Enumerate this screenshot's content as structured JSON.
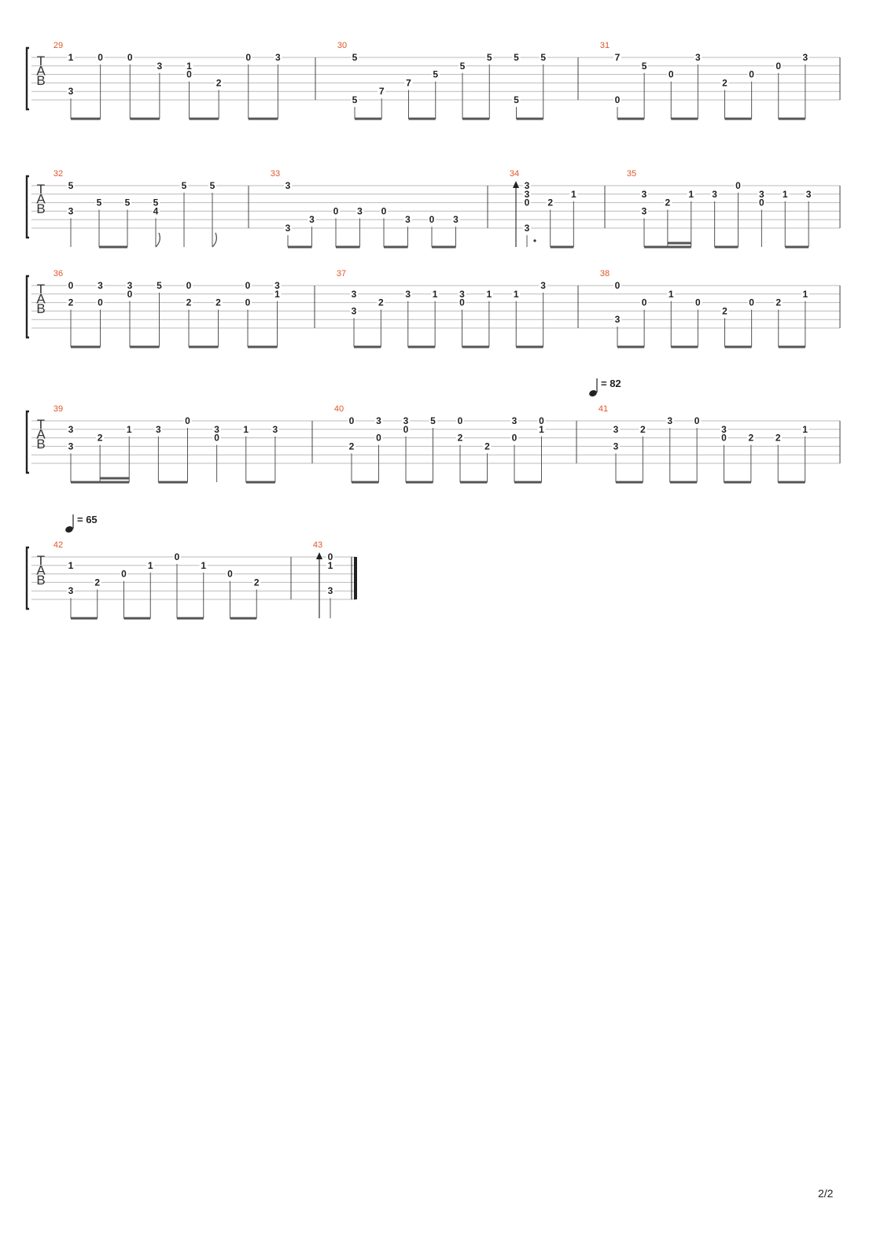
{
  "page": {
    "number": "2/2"
  },
  "tab_letters": [
    "T",
    "A",
    "B"
  ],
  "tempo_marks": [
    {
      "system": 3,
      "after_measure": "40",
      "label": "= 82"
    },
    {
      "system": 4,
      "after_measure": "41",
      "label": "= 65"
    }
  ],
  "systems": [
    {
      "measures": [
        {
          "number": "29",
          "notes": [
            [
              {
                "s": 1,
                "f": "1"
              },
              {
                "s": 5,
                "f": "3"
              }
            ],
            [
              {
                "s": 1,
                "f": "0"
              }
            ],
            [
              {
                "s": 1,
                "f": "0"
              }
            ],
            [
              {
                "s": 2,
                "f": "3"
              }
            ],
            [
              {
                "s": 2,
                "f": "1"
              },
              {
                "s": 3,
                "f": "0"
              }
            ],
            [
              {
                "s": 4,
                "f": "2"
              }
            ],
            [
              {
                "s": 1,
                "f": "0"
              }
            ],
            [
              {
                "s": 1,
                "f": "3"
              }
            ]
          ]
        },
        {
          "number": "30",
          "notes": [
            [
              {
                "s": 1,
                "f": "5"
              },
              {
                "s": 6,
                "f": "5"
              }
            ],
            [
              {
                "s": 5,
                "f": "7"
              }
            ],
            [
              {
                "s": 4,
                "f": "7"
              }
            ],
            [
              {
                "s": 3,
                "f": "5"
              }
            ],
            [
              {
                "s": 2,
                "f": "5"
              }
            ],
            [
              {
                "s": 1,
                "f": "5"
              }
            ],
            [
              {
                "s": 1,
                "f": "5"
              },
              {
                "s": 6,
                "f": "5"
              }
            ],
            [
              {
                "s": 1,
                "f": "5"
              }
            ]
          ]
        },
        {
          "number": "31",
          "notes": [
            [
              {
                "s": 1,
                "f": "7"
              },
              {
                "s": 6,
                "f": "0"
              }
            ],
            [
              {
                "s": 2,
                "f": "5"
              }
            ],
            [
              {
                "s": 3,
                "f": "0"
              }
            ],
            [
              {
                "s": 1,
                "f": "3"
              }
            ],
            [
              {
                "s": 4,
                "f": "2"
              }
            ],
            [
              {
                "s": 3,
                "f": "0"
              }
            ],
            [
              {
                "s": 2,
                "f": "0"
              }
            ],
            [
              {
                "s": 1,
                "f": "3"
              }
            ]
          ]
        }
      ]
    },
    {
      "measures": [
        {
          "number": "32",
          "notes": [
            [
              {
                "s": 1,
                "f": "5"
              },
              {
                "s": 4,
                "f": "3"
              }
            ],
            [
              {
                "s": 3,
                "f": "5"
              }
            ],
            [
              {
                "s": 3,
                "f": "5"
              }
            ],
            [
              {
                "s": 3,
                "f": "5"
              },
              {
                "s": 4,
                "f": "4"
              }
            ],
            [
              {
                "s": 1,
                "f": "5"
              }
            ],
            [
              {
                "s": 1,
                "f": "5"
              }
            ]
          ]
        },
        {
          "number": "33",
          "notes": [
            [
              {
                "s": 1,
                "f": "3"
              },
              {
                "s": 6,
                "f": "3"
              }
            ],
            [
              {
                "s": 5,
                "f": "3"
              }
            ],
            [
              {
                "s": 4,
                "f": "0"
              }
            ],
            [
              {
                "s": 4,
                "f": "3"
              }
            ],
            [
              {
                "s": 4,
                "f": "0"
              }
            ],
            [
              {
                "s": 5,
                "f": "3"
              }
            ],
            [
              {
                "s": 5,
                "f": "0"
              }
            ],
            [
              {
                "s": 5,
                "f": "3"
              }
            ]
          ]
        },
        {
          "number": "34",
          "notes": [
            [
              {
                "s": 1,
                "f": "3"
              },
              {
                "s": 2,
                "f": "3"
              },
              {
                "s": 3,
                "f": "0"
              },
              {
                "s": 6,
                "f": "3"
              }
            ],
            [
              {
                "s": 3,
                "f": "2"
              }
            ],
            [
              {
                "s": 2,
                "f": "1"
              }
            ]
          ]
        },
        {
          "number": "35",
          "notes": [
            [
              {
                "s": 2,
                "f": "3"
              },
              {
                "s": 4,
                "f": "3"
              }
            ],
            [
              {
                "s": 3,
                "f": "2"
              }
            ],
            [
              {
                "s": 2,
                "f": "1"
              }
            ],
            [
              {
                "s": 2,
                "f": "3"
              }
            ],
            [
              {
                "s": 1,
                "f": "0"
              }
            ],
            [
              {
                "s": 2,
                "f": "3"
              },
              {
                "s": 3,
                "f": "0"
              }
            ],
            [
              {
                "s": 2,
                "f": "1"
              }
            ],
            [
              {
                "s": 2,
                "f": "3"
              }
            ]
          ]
        }
      ]
    },
    {
      "measures": [
        {
          "number": "36",
          "notes": [
            [
              {
                "s": 1,
                "f": "0"
              },
              {
                "s": 3,
                "f": "2"
              }
            ],
            [
              {
                "s": 1,
                "f": "3"
              },
              {
                "s": 3,
                "f": "0"
              }
            ],
            [
              {
                "s": 1,
                "f": "3"
              },
              {
                "s": 2,
                "f": "0"
              }
            ],
            [
              {
                "s": 1,
                "f": "5"
              }
            ],
            [
              {
                "s": 1,
                "f": "0"
              },
              {
                "s": 3,
                "f": "2"
              }
            ],
            [
              {
                "s": 3,
                "f": "2"
              }
            ],
            [
              {
                "s": 1,
                "f": "0"
              },
              {
                "s": 3,
                "f": "0"
              }
            ],
            [
              {
                "s": 1,
                "f": "3"
              },
              {
                "s": 2,
                "f": "1"
              }
            ]
          ]
        },
        {
          "number": "37",
          "notes": [
            [
              {
                "s": 2,
                "f": "3"
              },
              {
                "s": 4,
                "f": "3"
              }
            ],
            [
              {
                "s": 3,
                "f": "2"
              }
            ],
            [
              {
                "s": 2,
                "f": "3"
              }
            ],
            [
              {
                "s": 2,
                "f": "1"
              }
            ],
            [
              {
                "s": 2,
                "f": "3"
              },
              {
                "s": 3,
                "f": "0"
              }
            ],
            [
              {
                "s": 2,
                "f": "1"
              }
            ],
            [
              {
                "s": 2,
                "f": "1"
              }
            ],
            [
              {
                "s": 1,
                "f": "3"
              }
            ]
          ]
        },
        {
          "number": "38",
          "notes": [
            [
              {
                "s": 1,
                "f": "0"
              },
              {
                "s": 5,
                "f": "3"
              }
            ],
            [
              {
                "s": 3,
                "f": "0"
              }
            ],
            [
              {
                "s": 2,
                "f": "1"
              }
            ],
            [
              {
                "s": 3,
                "f": "0"
              }
            ],
            [
              {
                "s": 4,
                "f": "2"
              }
            ],
            [
              {
                "s": 3,
                "f": "0"
              }
            ],
            [
              {
                "s": 3,
                "f": "2"
              }
            ],
            [
              {
                "s": 2,
                "f": "1"
              }
            ]
          ]
        }
      ]
    },
    {
      "measures": [
        {
          "number": "39",
          "notes": [
            [
              {
                "s": 2,
                "f": "3"
              },
              {
                "s": 4,
                "f": "3"
              }
            ],
            [
              {
                "s": 3,
                "f": "2"
              }
            ],
            [
              {
                "s": 2,
                "f": "1"
              }
            ],
            [
              {
                "s": 2,
                "f": "3"
              }
            ],
            [
              {
                "s": 1,
                "f": "0"
              }
            ],
            [
              {
                "s": 2,
                "f": "3"
              },
              {
                "s": 3,
                "f": "0"
              }
            ],
            [
              {
                "s": 2,
                "f": "1"
              }
            ],
            [
              {
                "s": 2,
                "f": "3"
              }
            ]
          ]
        },
        {
          "number": "40",
          "notes": [
            [
              {
                "s": 1,
                "f": "0"
              },
              {
                "s": 4,
                "f": "2"
              }
            ],
            [
              {
                "s": 1,
                "f": "3"
              },
              {
                "s": 3,
                "f": "0"
              }
            ],
            [
              {
                "s": 1,
                "f": "3"
              },
              {
                "s": 2,
                "f": "0"
              }
            ],
            [
              {
                "s": 1,
                "f": "5"
              }
            ],
            [
              {
                "s": 1,
                "f": "0"
              },
              {
                "s": 3,
                "f": "2"
              }
            ],
            [
              {
                "s": 4,
                "f": "2"
              }
            ],
            [
              {
                "s": 1,
                "f": "3"
              },
              {
                "s": 3,
                "f": "0"
              }
            ],
            [
              {
                "s": 1,
                "f": "0"
              },
              {
                "s": 2,
                "f": "1"
              }
            ]
          ]
        },
        {
          "number": "41",
          "notes": [
            [
              {
                "s": 2,
                "f": "3"
              },
              {
                "s": 4,
                "f": "3"
              }
            ],
            [
              {
                "s": 2,
                "f": "2"
              }
            ],
            [
              {
                "s": 1,
                "f": "3"
              }
            ],
            [
              {
                "s": 1,
                "f": "0"
              }
            ],
            [
              {
                "s": 2,
                "f": "3"
              },
              {
                "s": 3,
                "f": "0"
              }
            ],
            [
              {
                "s": 3,
                "f": "2"
              }
            ],
            [
              {
                "s": 3,
                "f": "2"
              }
            ],
            [
              {
                "s": 2,
                "f": "1"
              }
            ]
          ]
        }
      ]
    },
    {
      "measures": [
        {
          "number": "42",
          "notes": [
            [
              {
                "s": 2,
                "f": "1"
              },
              {
                "s": 5,
                "f": "3"
              }
            ],
            [
              {
                "s": 4,
                "f": "2"
              }
            ],
            [
              {
                "s": 3,
                "f": "0"
              }
            ],
            [
              {
                "s": 2,
                "f": "1"
              }
            ],
            [
              {
                "s": 1,
                "f": "0"
              }
            ],
            [
              {
                "s": 2,
                "f": "1"
              }
            ],
            [
              {
                "s": 3,
                "f": "0"
              }
            ],
            [
              {
                "s": 4,
                "f": "2"
              }
            ]
          ]
        },
        {
          "number": "43",
          "notes": [
            [
              {
                "s": 1,
                "f": "0"
              },
              {
                "s": 2,
                "f": "1"
              },
              {
                "s": 5,
                "f": "3"
              }
            ]
          ]
        }
      ]
    }
  ]
}
